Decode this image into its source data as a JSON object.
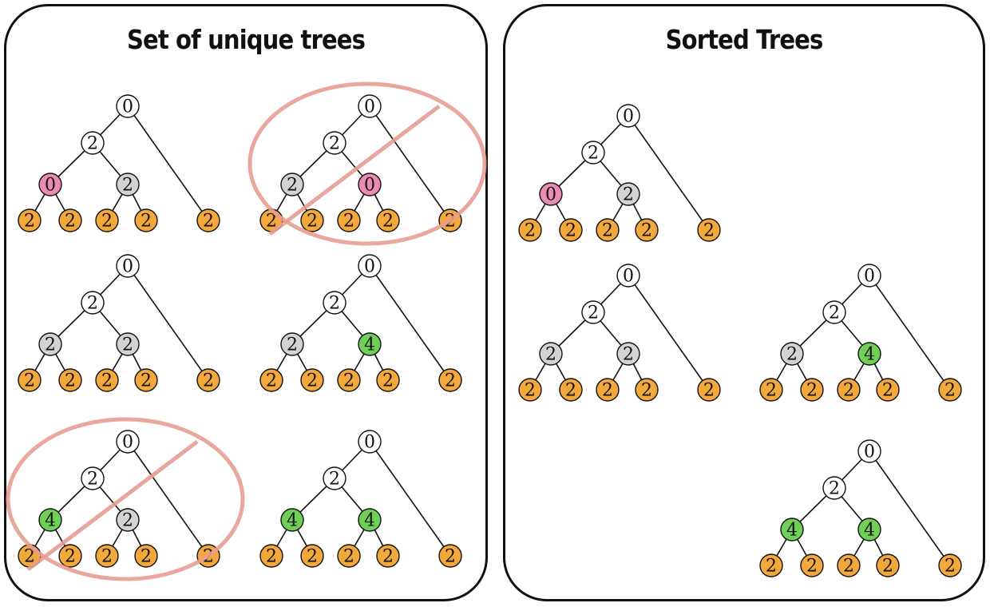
{
  "panels": {
    "left": {
      "title": "Set of unique trees"
    },
    "right": {
      "title": "Sorted Trees"
    }
  },
  "colors": {
    "white": "#ffffff",
    "orange": "#f2a83a",
    "gray": "#d3d3d3",
    "pink": "#e98bb3",
    "green": "#6fcf57",
    "strike": "#e79d93"
  },
  "trees": [
    {
      "panel": "left",
      "root": "0",
      "mid": "2",
      "left_child": {
        "value": "0",
        "color": "pink"
      },
      "right_child": {
        "value": "2",
        "color": "gray"
      },
      "leaves": [
        "2",
        "2",
        "2",
        "2",
        "2"
      ],
      "crossed_out": false
    },
    {
      "panel": "left",
      "root": "0",
      "mid": "2",
      "left_child": {
        "value": "2",
        "color": "gray"
      },
      "right_child": {
        "value": "0",
        "color": "pink"
      },
      "leaves": [
        "2",
        "2",
        "2",
        "2",
        "2"
      ],
      "crossed_out": true
    },
    {
      "panel": "left",
      "root": "0",
      "mid": "2",
      "left_child": {
        "value": "2",
        "color": "gray"
      },
      "right_child": {
        "value": "2",
        "color": "gray"
      },
      "leaves": [
        "2",
        "2",
        "2",
        "2",
        "2"
      ],
      "crossed_out": false
    },
    {
      "panel": "left",
      "root": "0",
      "mid": "2",
      "left_child": {
        "value": "2",
        "color": "gray"
      },
      "right_child": {
        "value": "4",
        "color": "green"
      },
      "leaves": [
        "2",
        "2",
        "2",
        "2",
        "2"
      ],
      "crossed_out": false
    },
    {
      "panel": "left",
      "root": "0",
      "mid": "2",
      "left_child": {
        "value": "4",
        "color": "green"
      },
      "right_child": {
        "value": "2",
        "color": "gray"
      },
      "leaves": [
        "2",
        "2",
        "2",
        "2",
        "2"
      ],
      "crossed_out": true
    },
    {
      "panel": "left",
      "root": "0",
      "mid": "2",
      "left_child": {
        "value": "4",
        "color": "green"
      },
      "right_child": {
        "value": "4",
        "color": "green"
      },
      "leaves": [
        "2",
        "2",
        "2",
        "2",
        "2"
      ],
      "crossed_out": false
    },
    {
      "panel": "right",
      "root": "0",
      "mid": "2",
      "left_child": {
        "value": "0",
        "color": "pink"
      },
      "right_child": {
        "value": "2",
        "color": "gray"
      },
      "leaves": [
        "2",
        "2",
        "2",
        "2",
        "2"
      ],
      "crossed_out": false
    },
    {
      "panel": "right",
      "root": "0",
      "mid": "2",
      "left_child": {
        "value": "2",
        "color": "gray"
      },
      "right_child": {
        "value": "2",
        "color": "gray"
      },
      "leaves": [
        "2",
        "2",
        "2",
        "2",
        "2"
      ],
      "crossed_out": false
    },
    {
      "panel": "right",
      "root": "0",
      "mid": "2",
      "left_child": {
        "value": "2",
        "color": "gray"
      },
      "right_child": {
        "value": "4",
        "color": "green"
      },
      "leaves": [
        "2",
        "2",
        "2",
        "2",
        "2"
      ],
      "crossed_out": false
    },
    {
      "panel": "right",
      "root": "0",
      "mid": "2",
      "left_child": {
        "value": "4",
        "color": "green"
      },
      "right_child": {
        "value": "4",
        "color": "green"
      },
      "leaves": [
        "2",
        "2",
        "2",
        "2",
        "2"
      ],
      "crossed_out": false
    }
  ]
}
